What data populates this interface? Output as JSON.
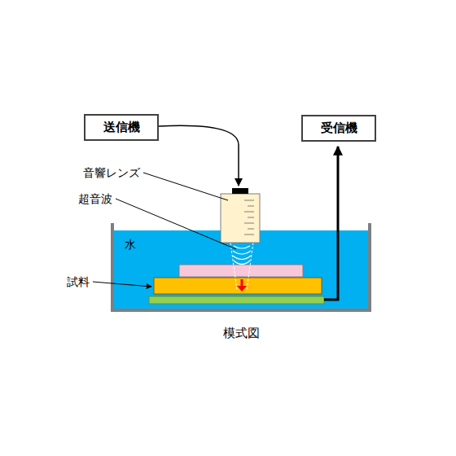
{
  "diagram": {
    "caption": "模式図",
    "nodes": [
      {
        "text": [
          "送信機"
        ]
      },
      {
        "text": [
          "受信機"
        ]
      }
    ],
    "labels": [
      "音響レンズ",
      "超音波",
      "水",
      "試料"
    ]
  }
}
